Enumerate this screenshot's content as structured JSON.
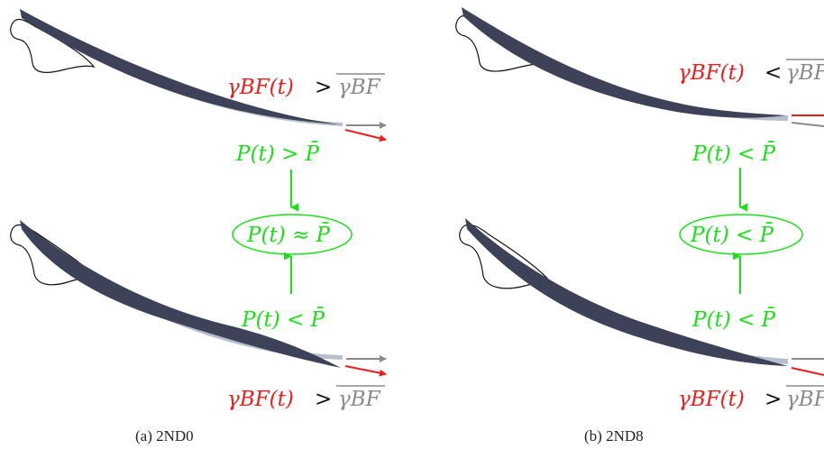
{
  "panel_a": {
    "caption": "(a) 2ND0",
    "top_inequality": {
      "lhs": "γBF(t)",
      "op": ">",
      "rhs": "γBF"
    },
    "upper_green": "P(t) > P̄",
    "ellipse": "P(t) ≈ P̄",
    "lower_green": "P(t) < P̄",
    "bottom_inequality": {
      "lhs": "γBF(t)",
      "op": ">",
      "rhs": "γBF"
    }
  },
  "panel_b": {
    "caption": "(b) 2ND8",
    "top_inequality": {
      "lhs": "γBF(t)",
      "op": "<",
      "rhs": "γBF"
    },
    "upper_green": "P(t) < P̄",
    "ellipse": "P(t) < P̄",
    "lower_green": "P(t) < P̄",
    "bottom_inequality": {
      "lhs": "γBF(t)",
      "op": ">",
      "rhs": "γBF"
    }
  },
  "colors": {
    "red": "#ee1c1c",
    "green": "#19e019",
    "gray": "#8a8a8a",
    "flag_dark": "#3d4258",
    "flag_light": "#b7bfcc"
  }
}
